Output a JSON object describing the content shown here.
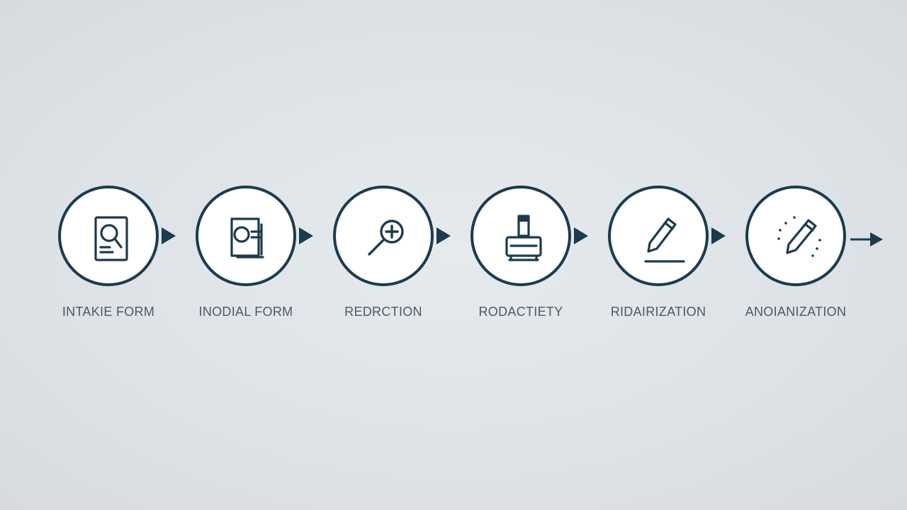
{
  "colors": {
    "background": "#dfe3e7",
    "accent": "#1c3b4e",
    "label_text": "#4a5a66",
    "circle_fill": "#ffffff"
  },
  "steps": [
    {
      "label": "INTAKIE FORM",
      "icon": "document-search-icon"
    },
    {
      "label": "INODIAL FORM",
      "icon": "id-card-icon"
    },
    {
      "label": "REDRCTION",
      "icon": "zoom-in-icon"
    },
    {
      "label": "RODACTIETY",
      "icon": "stamp-icon"
    },
    {
      "label": "RIDAIRIZATION",
      "icon": "pencil-signature-icon"
    },
    {
      "label": "ANOIANIZATION",
      "icon": "sparkle-pencil-icon"
    }
  ]
}
